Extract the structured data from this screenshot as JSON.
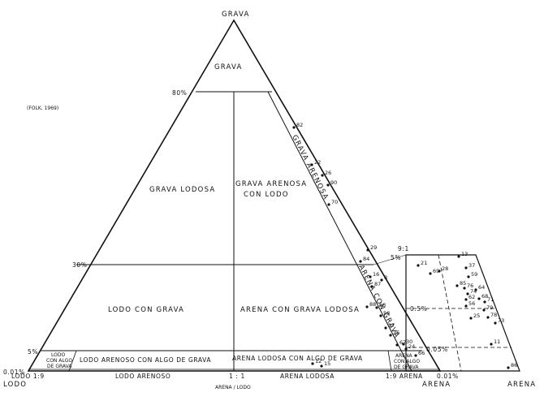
{
  "vertices": {
    "top": "GRAVA",
    "left": "LODO",
    "right": "ARENA"
  },
  "citation": "(FOLK, 1969)",
  "percent_labels": {
    "p80": "80%",
    "p30": "30%",
    "p5": "5%",
    "p001": "0.01%"
  },
  "fields": {
    "grava": "GRAVA",
    "grava_lodosa": "GRAVA LODOSA",
    "grava_arenosa_con_lodo_1": "GRAVA ARENOSA",
    "grava_arenosa_con_lodo_2": "CON LODO",
    "grava_arenosa": "GRAVA ARENOSA",
    "lodo_con_grava": "LODO CON GRAVA",
    "arena_con_grava_lodosa": "ARENA CON GRAVA LODOSA",
    "arena_con_grava": "ARENA CON GRAVA",
    "lodo_con_algo_1": "LODO",
    "lodo_con_algo_2": "CON ALGO",
    "lodo_con_algo_3": "DE GRAVA",
    "lodo_arenoso_con_algo": "LODO ARENOSO CON ALGO DE GRAVA",
    "arena_lodosa_con_algo": "ARENA LODOSA CON ALGO DE GRAVA",
    "arena_con_algo_1": "ARENA",
    "arena_con_algo_2": "CON ALGO",
    "arena_con_algo_3": "DE GRAVA"
  },
  "bottom_axis": {
    "title": "ARENA / LODO",
    "ratio_left": "LODO 1:9",
    "ratio_mid": "1 : 1",
    "ratio_right": "1:9 ARENA",
    "lodo_arenoso": "LODO ARENOSO",
    "arena_lodosa": "ARENA LODOSA"
  },
  "inset": {
    "ratio": "9:1",
    "p5": "5%",
    "p05": "0.5%",
    "p005": "0.05%",
    "p001": "0.01%",
    "vertex": "ARENA"
  },
  "samples_main": [
    {
      "id": "82"
    },
    {
      "id": "22"
    },
    {
      "id": "26"
    },
    {
      "id": "90"
    },
    {
      "id": "70"
    },
    {
      "id": "29"
    },
    {
      "id": "84"
    },
    {
      "id": "16"
    },
    {
      "id": "87"
    },
    {
      "id": "8"
    },
    {
      "id": "88"
    },
    {
      "id": "63"
    },
    {
      "id": "58"
    },
    {
      "id": "27"
    },
    {
      "id": "36"
    },
    {
      "id": "67"
    },
    {
      "id": "30"
    },
    {
      "id": "24"
    },
    {
      "id": "66"
    },
    {
      "id": "12"
    },
    {
      "id": "15"
    }
  ],
  "samples_inset": [
    {
      "id": "13"
    },
    {
      "id": "37"
    },
    {
      "id": "59"
    },
    {
      "id": "21"
    },
    {
      "id": "69"
    },
    {
      "id": "28"
    },
    {
      "id": "85"
    },
    {
      "id": "76"
    },
    {
      "id": "64"
    },
    {
      "id": "74"
    },
    {
      "id": "62"
    },
    {
      "id": "68"
    },
    {
      "id": "71"
    },
    {
      "id": "56"
    },
    {
      "id": "79"
    },
    {
      "id": "25"
    },
    {
      "id": "78"
    },
    {
      "id": "73"
    },
    {
      "id": "11"
    },
    {
      "id": "86"
    }
  ]
}
